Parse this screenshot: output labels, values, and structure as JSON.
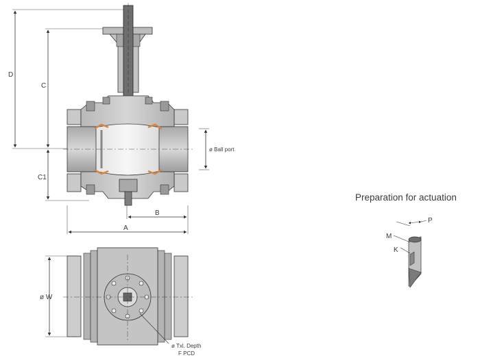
{
  "labels": {
    "d": "D",
    "c": "C",
    "c1": "C1",
    "b": "B",
    "a": "A",
    "ball_port": "ø Ball port",
    "w": "ø W",
    "txl_depth": "ø Txl. Depth",
    "f_pcd": "F PCD",
    "p": "P",
    "m": "M",
    "k": "K"
  },
  "heading": "Preparation for actuation",
  "colors": {
    "line": "#333333",
    "body_light": "#cfcfcf",
    "body_mid": "#b4b4b4",
    "body_dark": "#8c8c8c",
    "stem": "#7a7a7a",
    "seat_accent": "#d9853b",
    "text": "#3a3a3a"
  }
}
